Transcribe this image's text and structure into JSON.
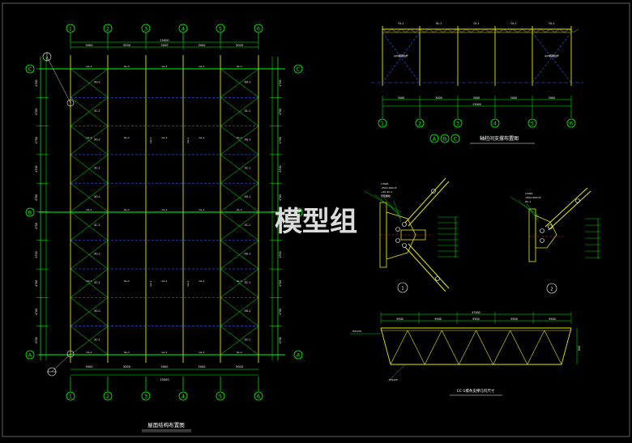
{
  "watermark": "模型组",
  "plan": {
    "axes_x": [
      "1",
      "2",
      "3",
      "4",
      "5",
      "6"
    ],
    "axes_y": [
      "C",
      "B",
      "A"
    ],
    "bay_dims": [
      "5000",
      "5000",
      "5000",
      "5000",
      "5000"
    ],
    "total_dim": "25000",
    "side_dims": [
      "4700",
      "4700",
      "4700",
      "4700",
      "4700",
      "4700",
      "4700",
      "4700",
      "4700",
      "4700"
    ],
    "member_labels": [
      "SC-1",
      "XG-1",
      "ZC-1",
      "GL-1",
      "LG-1"
    ],
    "title": "屋面结构布置图"
  },
  "elevation": {
    "axes_x": [
      "1",
      "2",
      "3",
      "4",
      "5",
      "6"
    ],
    "axes_y": [
      "A",
      "B",
      "C"
    ],
    "bay_dims": [
      "5000",
      "5000",
      "5000",
      "5000",
      "5000"
    ],
    "total_dim": "25000",
    "top_labels": [
      "GL-1",
      "GL-1",
      "GL-1",
      "GL-1",
      "GL-1"
    ],
    "brace_note": "φ20圆钢拉杆",
    "title": "轴柱间支撑布置图"
  },
  "details": {
    "d1_mark": "1",
    "d2_mark": "2",
    "d1_notes": [
      "2-M20",
      "-250×200×8",
      "+20 ZC-1",
      "安装螺栓"
    ],
    "d2_notes": [
      "2-M20",
      "-250×200×8",
      "ZC-1"
    ],
    "truss_total": "47000",
    "truss_panels": [
      "9500",
      "9500",
      "9500",
      "9500",
      "9500"
    ],
    "truss_height": "600",
    "truss_note": "HW125",
    "truss_title": "CC-1檩条支撑几何尺寸"
  }
}
